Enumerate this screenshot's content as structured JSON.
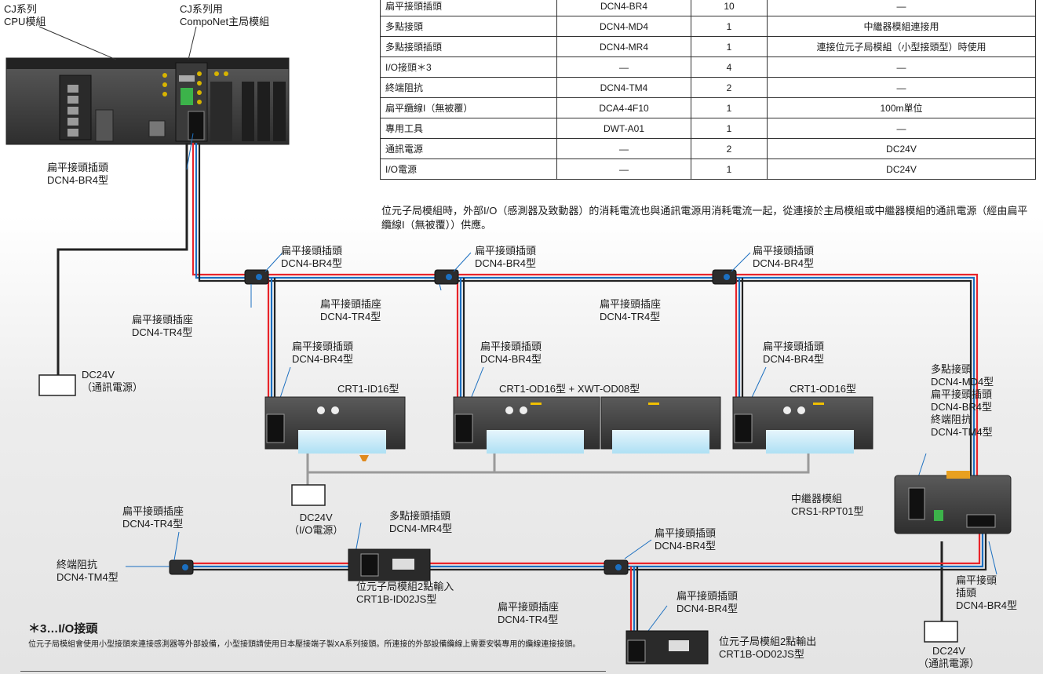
{
  "table": {
    "rows": [
      {
        "name": "扁平接頭插頭",
        "model": "DCN4-BR4",
        "qty": "10",
        "note": "—"
      },
      {
        "name": "多點接頭",
        "model": "DCN4-MD4",
        "qty": "1",
        "note": "中繼器模組連接用"
      },
      {
        "name": "多點接頭插頭",
        "model": "DCN4-MR4",
        "qty": "1",
        "note": "連接位元子局模組（小型接頭型）時使用"
      },
      {
        "name": "I/O接頭＊3",
        "model": "—",
        "qty": "4",
        "note": "—"
      },
      {
        "name": "終端阻抗",
        "model": "DCN4-TM4",
        "qty": "2",
        "note": "—"
      },
      {
        "name": "扁平纜線I（無被覆）",
        "model": "DCA4-4F10",
        "qty": "1",
        "note": "100m單位"
      },
      {
        "name": "專用工具",
        "model": "DWT-A01",
        "qty": "1",
        "note": "—"
      },
      {
        "name": "通訊電源",
        "model": "—",
        "qty": "2",
        "note": "DC24V"
      },
      {
        "name": "I/O電源",
        "model": "—",
        "qty": "1",
        "note": "DC24V"
      }
    ]
  },
  "note": "位元子局模組時，外部I/O（感測器及致動器）的消耗電流也與通訊電源用消耗電流一起，從連接於主局模組或中繼器模組的通訊電源（經由扁平纜線I（無被覆））供應。",
  "labels": {
    "cpu_l1": "CJ系列",
    "cpu_l2": "CPU模組",
    "master_l1": "CJ系列用",
    "master_l2": "CompoNet主局模組",
    "plug_name": "扁平接頭插頭",
    "plug_model": "DCN4-BR4型",
    "socket_name": "扁平接頭插座",
    "socket_model": "DCN4-TR4型",
    "dc24": "DC24V",
    "comm_power": "（通訊電源）",
    "io_power": "（I/O電源）",
    "unit1": "CRT1-ID16型",
    "unit2": "CRT1-OD16型 + XWT-OD08型",
    "unit3": "CRT1-OD16型",
    "rpt_r1": "多點接頭",
    "rpt_r2": "DCN4-MD4型",
    "rpt_r3": "扁平接頭插頭",
    "rpt_r4": "DCN4-BR4型",
    "rpt_r5": "終端阻抗",
    "rpt_r6": "DCN4-TM4型",
    "rpt_name": "中繼器模組",
    "rpt_model": "CRS1-RPT01型",
    "term_name": "終端阻抗",
    "term_model": "DCN4-TM4型",
    "mr_name": "多點接頭插頭",
    "mr_model": "DCN4-MR4型",
    "in2_name": "位元子局模組2點輸入",
    "in2_model": "CRT1B-ID02JS型",
    "out2_name": "位元子局模組2點輸出",
    "out2_model": "CRT1B-OD02JS型",
    "plug_split1": "扁平接頭",
    "plug_split2": "插頭"
  },
  "footnote": {
    "title": "＊3…I/O接頭",
    "text": "位元子局模組會使用小型接頭來連接感測器等外部設備，小型接頭請使用日本壓接端子製XA系列接頭。所連接的外部設備纜線上需要安裝專用的纜線連接接頭。"
  },
  "colors": {
    "cable_red": "#e8242a",
    "cable_blue": "#1b6fc0",
    "cable_black": "#222222",
    "device": "#3b3b3b"
  }
}
